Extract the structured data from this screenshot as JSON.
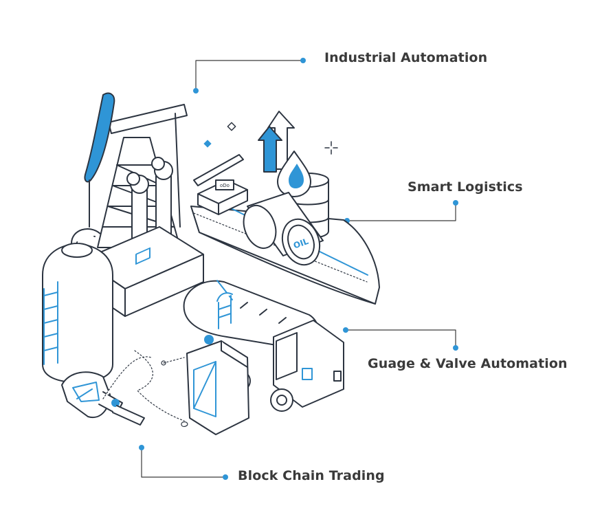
{
  "callouts": {
    "industrial_automation": "Industrial Automation",
    "smart_logistics": "Smart Logistics",
    "gauge_valve_automation": "Guage & Valve Automation",
    "block_chain_trading": "Block Chain Trading"
  },
  "barrel_label": "OIL",
  "colors": {
    "line": "#2c3440",
    "accent": "#2f95d6",
    "label": "#3a3a3a",
    "connector": "#3a3a3a",
    "fill": "#ffffff"
  },
  "icons": [
    "oil-pumpjack-icon",
    "ship-icon",
    "oil-barrel-icon",
    "tank-truck-icon",
    "storage-tank-icon",
    "jerrycan-icon",
    "fuel-nozzle-icon",
    "up-arrow-icon",
    "oil-drop-icon"
  ]
}
